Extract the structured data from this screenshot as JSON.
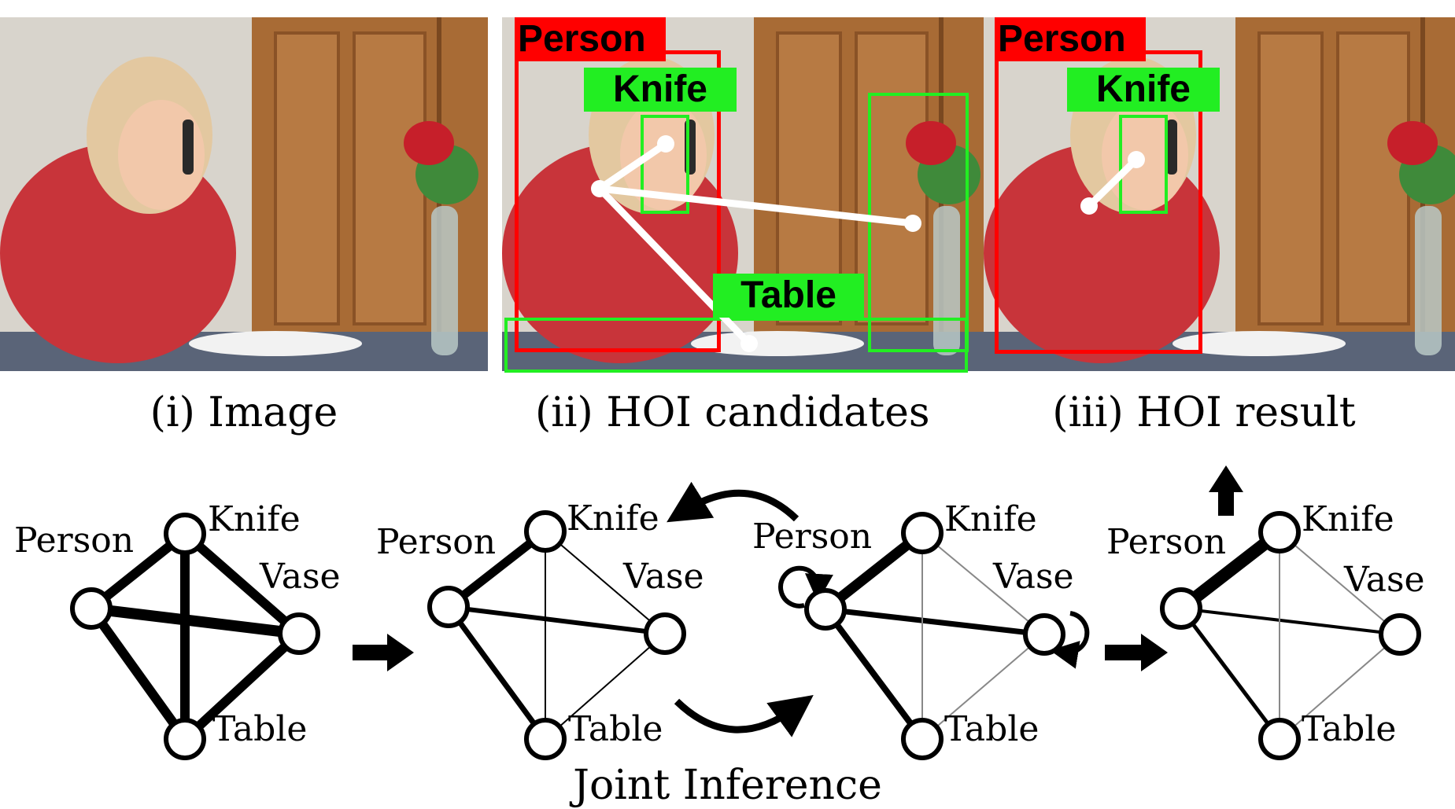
{
  "panels": [
    {
      "caption": "(i) Image"
    },
    {
      "caption": "(ii) HOI candidates",
      "labels": {
        "person": "Person",
        "knife": "Knife",
        "table": "Table"
      }
    },
    {
      "caption": "(iii) HOI result",
      "labels": {
        "person": "Person",
        "knife": "Knife"
      }
    }
  ],
  "colors": {
    "human_box": "#ff0000",
    "object_box": "#22ee22",
    "link": "#ffffff"
  },
  "graph_labels": {
    "person": "Person",
    "knife": "Knife",
    "vase": "Vase",
    "table": "Table"
  },
  "bottom_title": "Joint Inference"
}
